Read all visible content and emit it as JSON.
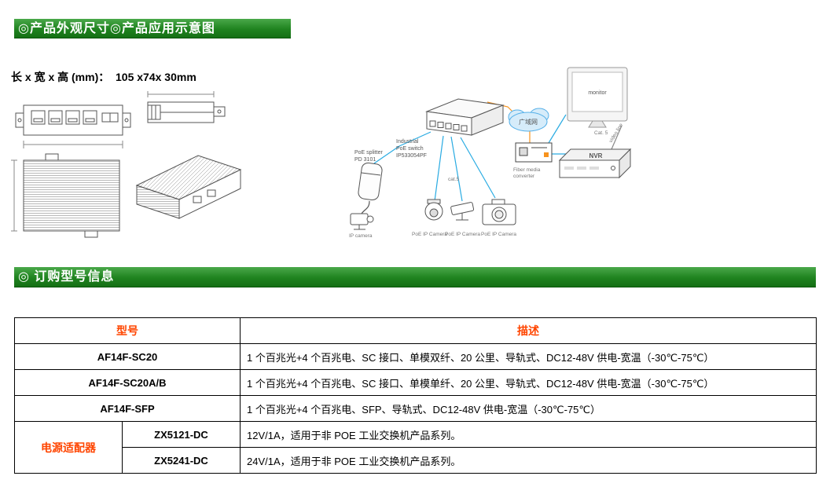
{
  "colors": {
    "header_bar_green": "#1f831f",
    "table_header_text": "#ff4500",
    "diagram_line_blue": "#29abe2",
    "diagram_line_orange": "#f7931e"
  },
  "section_product": {
    "title": "◎产品外观尺寸◎产品应用示意图",
    "dimensions": "长 x 宽 x 高 (mm)：  105 x74x 30mm"
  },
  "diagram": {
    "labels": {
      "switch_1": "Industrial",
      "switch_2": "PoE switch",
      "switch_3": "IP533054PF",
      "cloud": "广域网",
      "converter_1": "Fiber media",
      "converter_2": "converter",
      "monitor": "monitor",
      "cat5_top": "Cat. 5",
      "video_line": "video line",
      "nvr": "NVR",
      "splitter_1": "PoE splitter",
      "splitter_2": "PD 3101",
      "ip_camera": "IP camera",
      "cat5_mid": "cat.5",
      "poe_camera_1": "PoE IP Camera",
      "poe_camera_2": "PoE IP Camera",
      "poe_camera_3": "PoE IP Camera"
    }
  },
  "section_order": {
    "title": "◎ 订购型号信息"
  },
  "table": {
    "headers": {
      "model": "型号",
      "description": "描述"
    },
    "rows": [
      {
        "model": "AF14F-SC20",
        "description": "1 个百兆光+4 个百兆电、SC 接口、单模双纤、20 公里、导轨式、DC12-48V 供电-宽温（-30℃-75℃）"
      },
      {
        "model": "AF14F-SC20A/B",
        "description": "1 个百兆光+4 个百兆电、SC 接口、单模单纤、20 公里、导轨式、DC12-48V 供电-宽温（-30℃-75℃）"
      },
      {
        "model": "AF14F-SFP",
        "description": "1 个百兆光+4 个百兆电、SFP、导轨式、DC12-48V 供电-宽温（-30℃-75℃）"
      }
    ],
    "adapter": {
      "label": "电源适配器",
      "rows": [
        {
          "model": "ZX5121-DC",
          "description": "12V/1A，适用于非 POE 工业交换机产品系列。"
        },
        {
          "model": "ZX5241-DC",
          "description": "24V/1A，适用于非 POE 工业交换机产品系列。"
        }
      ]
    }
  }
}
